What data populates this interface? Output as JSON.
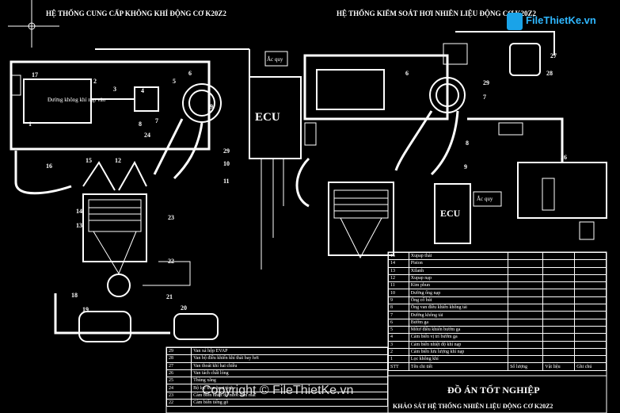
{
  "left_title": "HỆ THỐNG CUNG CẤP KHÔNG KHÍ ĐỘNG CƠ K20Z2",
  "right_title": "HỆ THỐNG KIỂM SOÁT HƠI NHIÊN LIỆU ĐỘNG CƠ K20Z2",
  "ecu_label": "ECU",
  "acquy_label": "Ắc quy",
  "intake_label": "Đường không khí nạp vào",
  "logo_text": "FileThietKe.vn",
  "watermark": "Copyright © FileThietKe.vn",
  "left_numbers": [
    "17",
    "2",
    "3",
    "4",
    "5",
    "6",
    "1",
    "9",
    "8",
    "24",
    "7",
    "29",
    "10",
    "11",
    "16",
    "15",
    "12",
    "14",
    "13",
    "23",
    "22",
    "21",
    "18",
    "19",
    "20"
  ],
  "right_numbers": [
    "6",
    "7",
    "29",
    "27",
    "28",
    "8",
    "9",
    "26"
  ],
  "parts_right": [
    {
      "no": "15",
      "name": "Xupap thải"
    },
    {
      "no": "14",
      "name": "Piston"
    },
    {
      "no": "13",
      "name": "Xilanh"
    },
    {
      "no": "12",
      "name": "Xupap nạp"
    },
    {
      "no": "11",
      "name": "Kim phun"
    },
    {
      "no": "10",
      "name": "Đường ống nạp"
    },
    {
      "no": "9",
      "name": "Ống cổ hút"
    },
    {
      "no": "8",
      "name": "Ống van điều khiển không tải"
    },
    {
      "no": "7",
      "name": "Đường không tải"
    },
    {
      "no": "6",
      "name": "Bướm ga"
    },
    {
      "no": "5",
      "name": "Môtơ điều khiển bướm ga"
    },
    {
      "no": "4",
      "name": "Cảm biến vị trí bướm ga"
    },
    {
      "no": "3",
      "name": "Cảm biến nhiệt độ khí nạp"
    },
    {
      "no": "2",
      "name": "Cảm biến lưu lượng khí nạp"
    },
    {
      "no": "1",
      "name": "Lọc không khí"
    }
  ],
  "parts_header": {
    "no": "STT",
    "name": "Tên chi tiết",
    "qty": "Số lượng",
    "mat": "Vật liệu",
    "note": "Ghi chú"
  },
  "parts_left": [
    {
      "no": "29",
      "name": "Van xả hộp EVAP"
    },
    {
      "no": "28",
      "name": "Van bộ điều khiển khí thải bay hơi"
    },
    {
      "no": "27",
      "name": "Van thoát khí hai chiều"
    },
    {
      "no": "26",
      "name": "Van tách chất lỏng"
    },
    {
      "no": "25",
      "name": "Thùng xăng"
    },
    {
      "no": "24",
      "name": "Bộ lọc than hoạt tính"
    },
    {
      "no": "23",
      "name": "Cảm biến nhiệt độ nước làm mát"
    },
    {
      "no": "22",
      "name": "Cảm biến tiếng gõ"
    }
  ],
  "project_title": "ĐỒ ÁN TỐT NGHIỆP",
  "project_subtitle": "KHẢO SÁT HỆ THỐNG NHIÊN LIỆU ĐỘNG CƠ K20Z2"
}
